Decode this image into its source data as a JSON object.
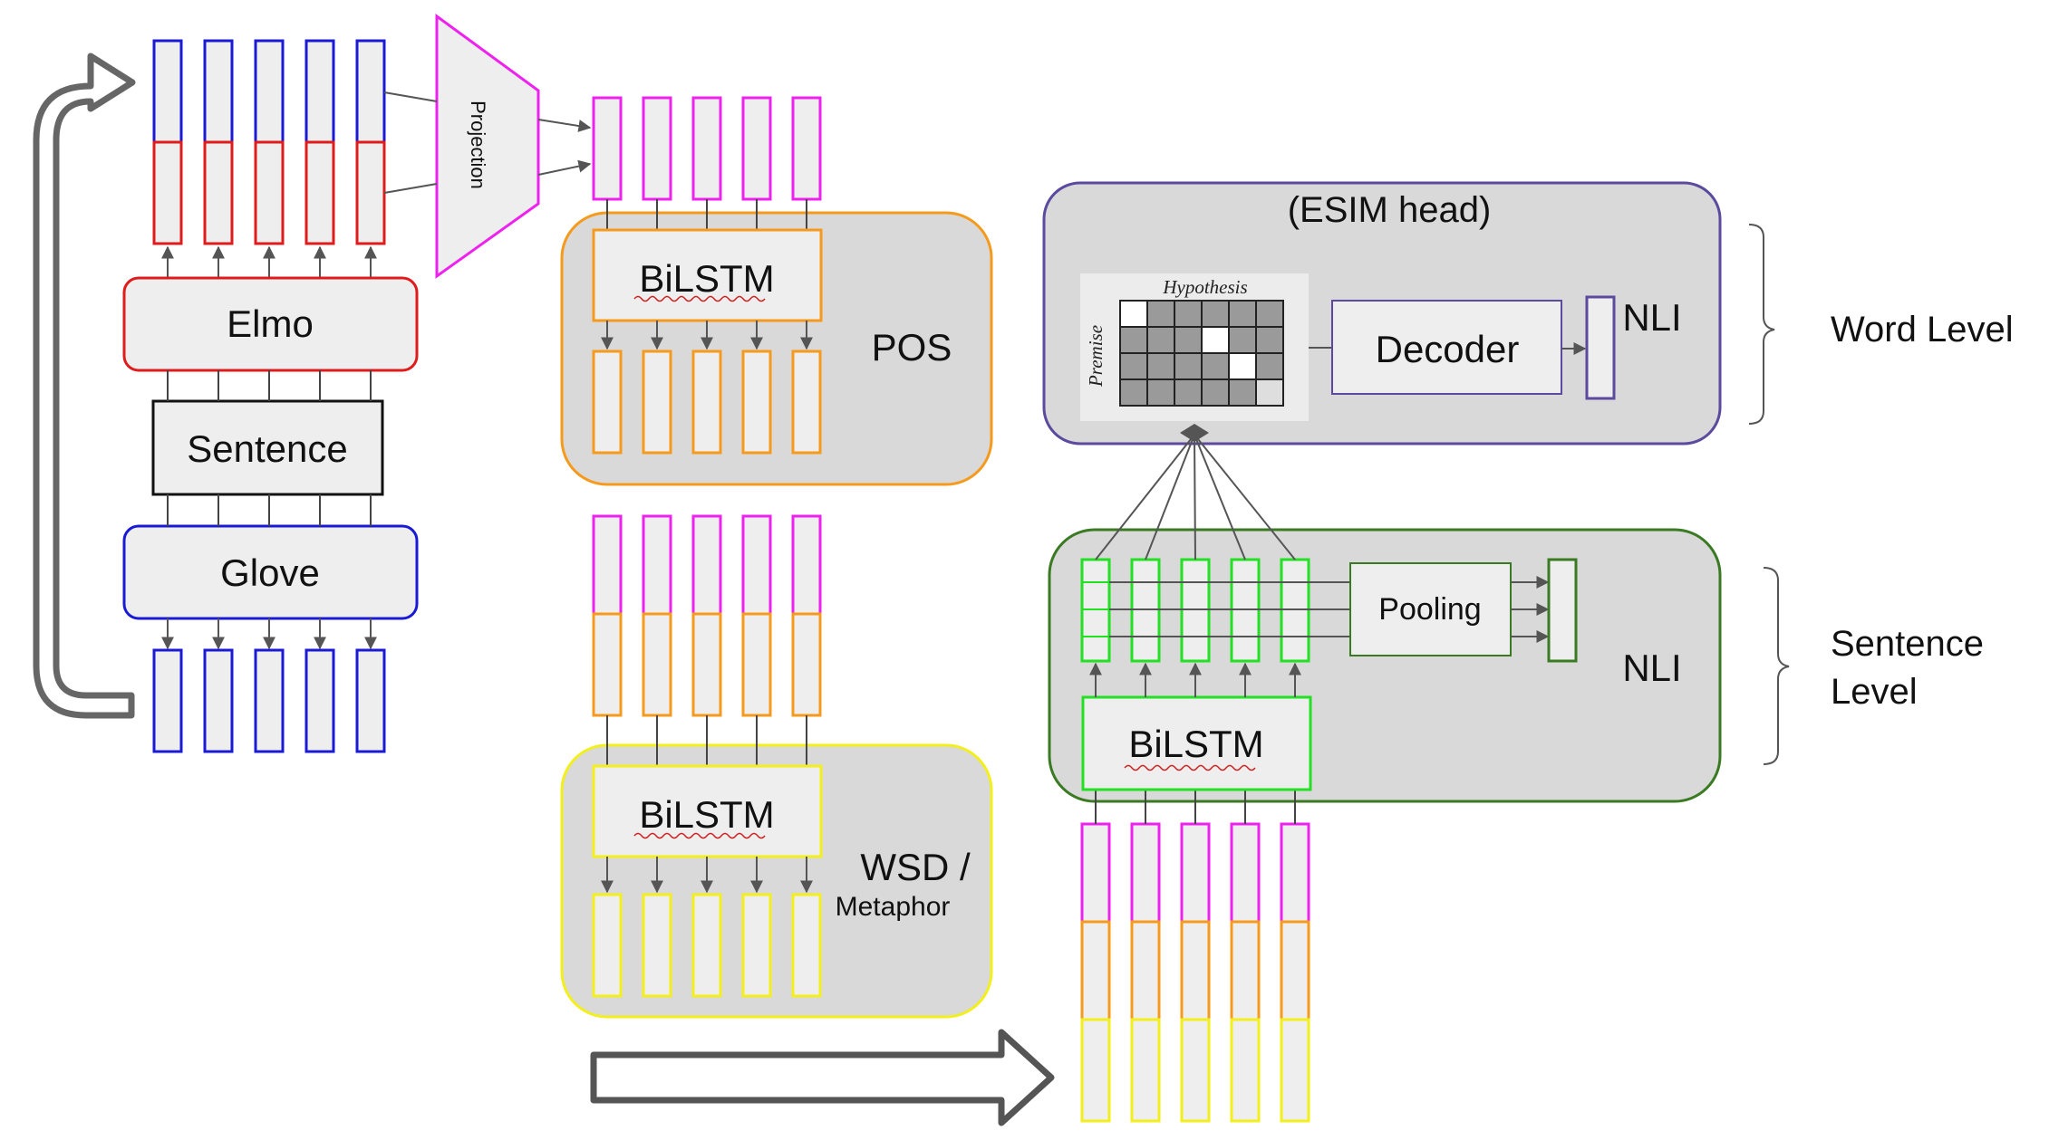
{
  "labels": {
    "elmo": "Elmo",
    "sentence": "Sentence",
    "glove": "Glove",
    "projection": "Projection",
    "pos_bilstm": "BiLSTM",
    "pos_task": "POS",
    "wsd_bilstm": "BiLSTM",
    "wsd_task_line1": "WSD /",
    "wsd_task_line2": "Metaphor",
    "esim_title": "(ESIM head)",
    "hypothesis": "Hypothesis",
    "premise": "Premise",
    "decoder": "Decoder",
    "nli_word": "NLI",
    "word_level": "Word Level",
    "pooling": "Pooling",
    "sentence_bilstm": "BiLSTM",
    "nli_sentence": "NLI",
    "sentence_level_line1": "Sentence",
    "sentence_level_line2": "Level"
  },
  "colors": {
    "glove_blue": "#1a1ad6",
    "elmo_red": "#e01b1b",
    "projection_magenta": "#ee22ee",
    "pos_orange": "#f59a1c",
    "wsd_yellow": "#f2ef1c",
    "sentence_green": "#22e022",
    "dark_green": "#3a7a23",
    "esim_purple": "#5b4a9e",
    "panel_grey": "#d9d9d9",
    "vector_fill": "#eeeeee",
    "arrow_grey": "#555555"
  },
  "attention_matrix": {
    "rows": 4,
    "cols": 6,
    "cells": [
      [
        1,
        0,
        0,
        0,
        0,
        0
      ],
      [
        0,
        0,
        0,
        1,
        0,
        0
      ],
      [
        0,
        0,
        0,
        0,
        1,
        0
      ],
      [
        0,
        0,
        0,
        0,
        0,
        2
      ]
    ]
  }
}
